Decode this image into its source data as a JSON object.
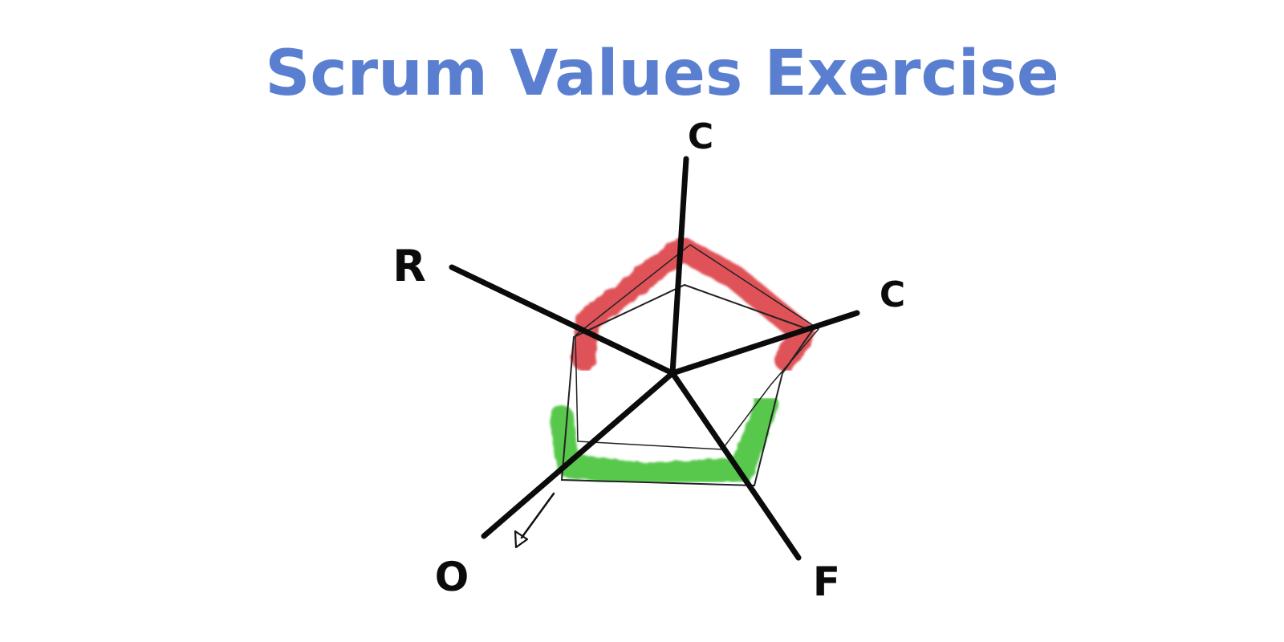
{
  "title": "Scrum Values Exercise",
  "colors": {
    "title": "#5b7fd0",
    "ink": "#0b0b0b",
    "concern": "#d9363a",
    "strength": "#3bbf2f"
  },
  "axes": [
    {
      "label": "C"
    },
    {
      "label": "C"
    },
    {
      "label": "F"
    },
    {
      "label": "O"
    },
    {
      "label": "R"
    }
  ],
  "highlights": {
    "red_segment_axes": [
      "R",
      "C",
      "C"
    ],
    "green_segment_axes": [
      "O",
      "F",
      "C"
    ]
  },
  "arrow_icon": "arrow-down-left-icon"
}
